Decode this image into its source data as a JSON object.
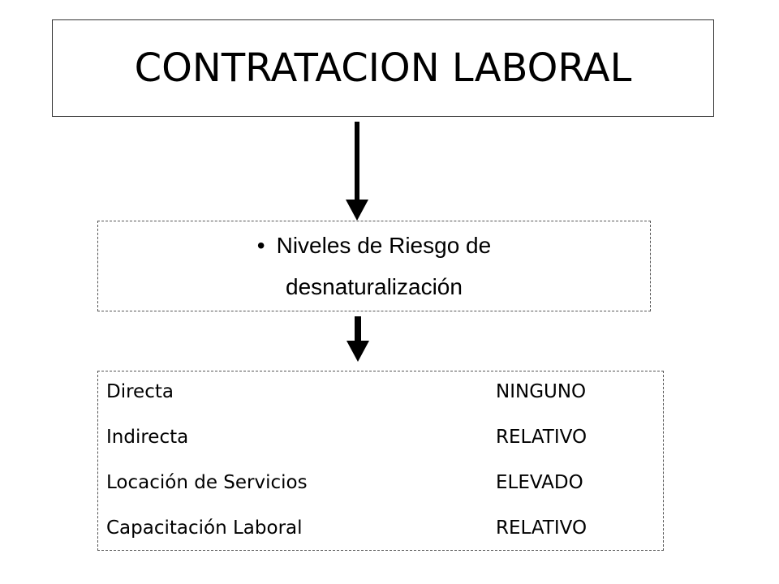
{
  "title": "CONTRATACION LABORAL",
  "subtitle": {
    "bullet": "•",
    "line1": "Niveles de Riesgo de",
    "line2": "desnaturalización"
  },
  "rows": [
    {
      "category": "Directa",
      "level": "NINGUNO"
    },
    {
      "category": "Indirecta",
      "level": "RELATIVO"
    },
    {
      "category": "Locación de Servicios",
      "level": "ELEVADO"
    },
    {
      "category": "Capacitación Laboral",
      "level": "RELATIVO"
    }
  ]
}
